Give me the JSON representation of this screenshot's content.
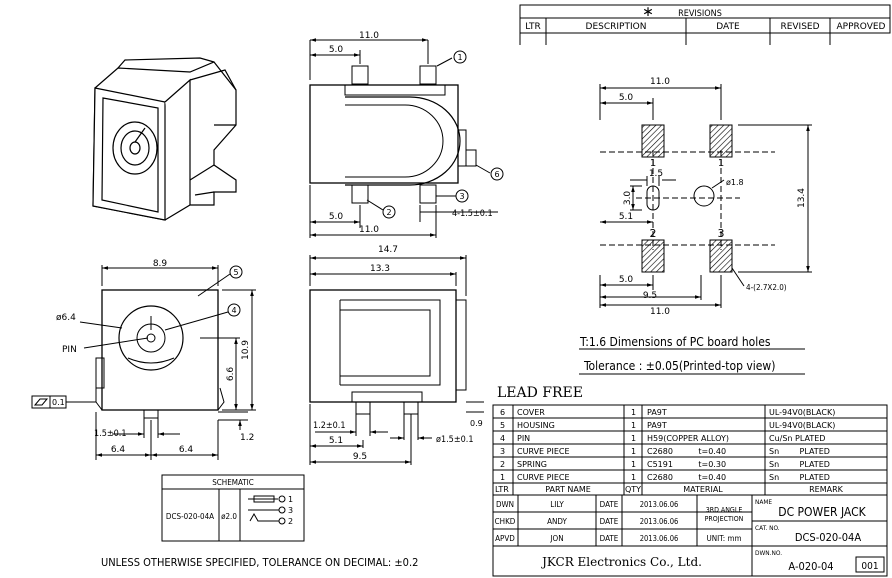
{
  "revisions": {
    "star": "∗",
    "title": "REVISIONS",
    "headers": [
      "LTR",
      "DESCRIPTION",
      "DATE",
      "REVISED",
      "APPROVED"
    ]
  },
  "top_view": {
    "dim_overall": "11.0",
    "dim_left": "5.0",
    "dim_bottom_left": "5.0",
    "dim_bottom_overall": "11.0",
    "tol_pins": "4-1.5±0.1",
    "callouts": [
      "1",
      "2",
      "3",
      "6"
    ]
  },
  "front_view": {
    "dim_width": "8.9",
    "dim_diameter": "ø6.4",
    "pin_label": "PIN",
    "dim_height": "10.9",
    "dim_center": "6.6",
    "flatness_value": "0.1",
    "dim_pin": "1.5±0.1",
    "dim_right": "1.2",
    "dim_half_left": "6.4",
    "dim_half_right": "6.4",
    "callouts": [
      "5",
      "4"
    ]
  },
  "side_view": {
    "dim_overall": "14.7",
    "dim_body": "13.3",
    "dim_pin_w": "1.2±0.1",
    "dim_offset": "5.1",
    "dim_span": "9.5",
    "dim_dia": "ø1.5±0.1",
    "dim_thick": "0.9"
  },
  "pcb": {
    "dim_overall": "11.0",
    "dim_left": "5.0",
    "dim_hole_w": "1.5",
    "dim_hole_dia": "ø1.8",
    "dim_hole_h": "3.0",
    "dim_offset": "5.1",
    "dim_height": "13.4",
    "dim_bottom_left": "5.0",
    "dim_bottom_span": "9.5",
    "dim_bottom_overall": "11.0",
    "pad_note": "4-(2.7X2.0)",
    "pad_numbers": [
      "1",
      "1",
      "2",
      "3"
    ],
    "title": "T:1.6 Dimensions of PC board holes",
    "tolerance": "Tolerance : ±0.05(Printed-top view)"
  },
  "schematic": {
    "title": "SCHEMATIC",
    "part": "DCS-020-04A",
    "size": "ø2.0",
    "pins": [
      "1",
      "3",
      "2"
    ]
  },
  "tolerance_note": "UNLESS OTHERWISE SPECIFIED, TOLERANCE ON DECIMAL: ±0.2",
  "lead_free": "LEAD FREE",
  "bom": {
    "rows": [
      {
        "ltr": "6",
        "name": "COVER",
        "qty": "1",
        "material": "PA9T",
        "remark": "UL-94V0(BLACK)"
      },
      {
        "ltr": "5",
        "name": "HOUSING",
        "qty": "1",
        "material": "PA9T",
        "remark": "UL-94V0(BLACK)"
      },
      {
        "ltr": "4",
        "name": "PIN",
        "qty": "1",
        "material": "H59(COPPER ALLOY)",
        "remark": "Cu/Sn    PLATED"
      },
      {
        "ltr": "3",
        "name": "CURVE PIECE",
        "qty": "1",
        "material": "C2680          t=0.40",
        "remark": "Sn        PLATED"
      },
      {
        "ltr": "2",
        "name": "SPRING",
        "qty": "1",
        "material": "C5191          t=0.30",
        "remark": "Sn        PLATED"
      },
      {
        "ltr": "1",
        "name": "CURVE PIECE",
        "qty": "1",
        "material": "C2680          t=0.40",
        "remark": "Sn        PLATED"
      }
    ],
    "headers": {
      "ltr": "LTR",
      "name": "PART NAME",
      "qty": "QTY",
      "material": "MATERIAL",
      "remark": "REMARK"
    }
  },
  "title_block": {
    "rows": [
      {
        "role": "DWN",
        "person": "LILY",
        "date_label": "DATE",
        "date": "2013.06.06"
      },
      {
        "role": "CHKD",
        "person": "ANDY",
        "date_label": "DATE",
        "date": "2013.06.06"
      },
      {
        "role": "APVD",
        "person": "JON",
        "date_label": "DATE",
        "date": "2013.06.06"
      }
    ],
    "projection": [
      "3RD ANGLE",
      "PROJECTION"
    ],
    "unit": "UNIT: mm",
    "name_label": "NAME",
    "name": "DC POWER JACK",
    "cat_label": "CAT. NO.",
    "cat": "DCS-020-04A",
    "company": "JKCR Electronics Co., Ltd.",
    "dwn_label": "DWN.NO.",
    "dwn": "A-020-04",
    "sheet": "001"
  }
}
